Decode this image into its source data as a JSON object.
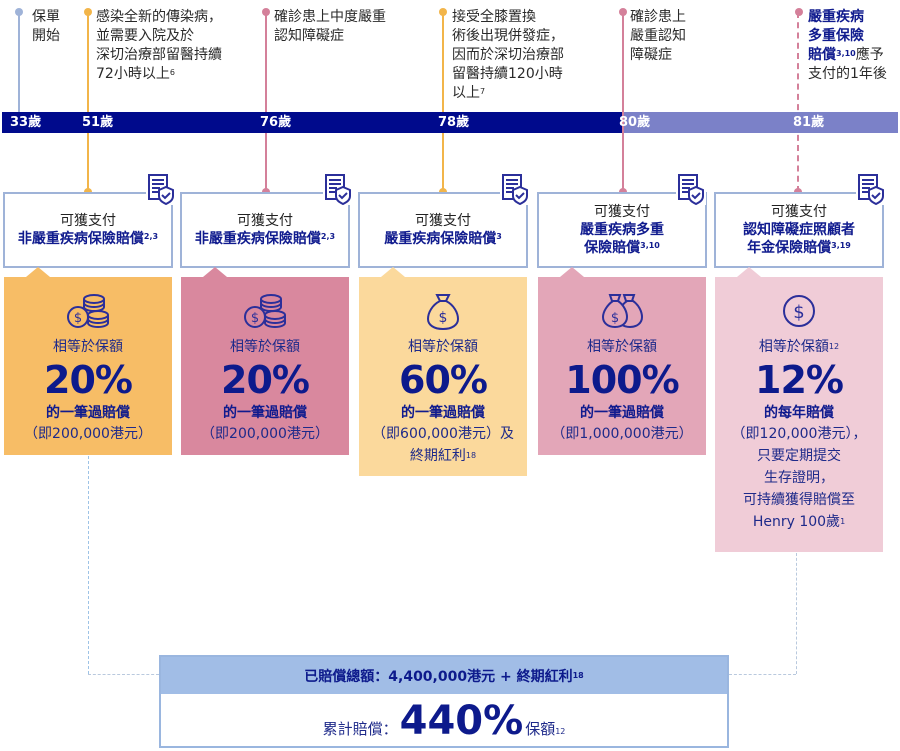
{
  "colors": {
    "timeline_dark": "#000a8c",
    "timeline_light": "#7b81c8",
    "navy_text": "#101b8e",
    "orange_card": "#f7bd66",
    "rose_card": "#d9889e",
    "light_orange_card": "#fbd99c",
    "light_rose_card": "#e3a6b8",
    "pale_pink_card": "#f0ccd7",
    "header_border": "#9fb3d8",
    "summary_header_bg": "#a1bde6"
  },
  "events": [
    {
      "age": "33歲",
      "lines": [
        "保單",
        "開始"
      ],
      "sup": "",
      "color": "#9fb3d8"
    },
    {
      "age": "51歲",
      "lines": [
        "感染全新的傳染病，",
        "並需要入院及於",
        "深切治療部留醫持續",
        "72小時以上"
      ],
      "sup": "6",
      "color": "#f2b54a"
    },
    {
      "age": "76歲",
      "lines": [
        "確診患上中度嚴重",
        "認知障礙症"
      ],
      "sup": "",
      "color": "#d4809a"
    },
    {
      "age": "78歲",
      "lines": [
        "接受全膝置換",
        "術後出現併發症，",
        "因而於深切治療部",
        "留醫持續120小時",
        "以上"
      ],
      "sup": "7",
      "color": "#f2b54a"
    },
    {
      "age": "80歲",
      "lines": [
        "確診患上",
        "嚴重認知",
        "障礙症"
      ],
      "sup": "",
      "color": "#d4809a"
    },
    {
      "age": "81歲",
      "lines_bold": [
        "嚴重疾病",
        "多重保險",
        "賠償"
      ],
      "sup": "3,10",
      "tail": "應予",
      "last": "支付的1年後",
      "color": "#d4809a"
    }
  ],
  "payouts": [
    {
      "header_l1": "可獲支付",
      "header_l2": "非嚴重疾病保險賠償",
      "header_sup": "2,3",
      "icon": "coins-icon",
      "eq": "相等於保額",
      "eq_sup": "",
      "pct": "20%",
      "desc": "的一筆過賠償",
      "amount": [
        "（即200,000港元）"
      ],
      "amount_sup": ""
    },
    {
      "header_l1": "可獲支付",
      "header_l2": "非嚴重疾病保險賠償",
      "header_sup": "2,3",
      "icon": "coins-icon",
      "eq": "相等於保額",
      "eq_sup": "",
      "pct": "20%",
      "desc": "的一筆過賠償",
      "amount": [
        "（即200,000港元）"
      ],
      "amount_sup": ""
    },
    {
      "header_l1": "可獲支付",
      "header_l2": "嚴重疾病保險賠償",
      "header_sup": "3",
      "icon": "money-bag-icon",
      "eq": "相等於保額",
      "eq_sup": "",
      "pct": "60%",
      "desc": "的一筆過賠償",
      "amount": [
        "（即600,000港元）及",
        "終期紅利"
      ],
      "amount_sup": "18"
    },
    {
      "header_l1": "可獲支付",
      "header_l2": "嚴重疾病多重",
      "header_l3": "保險賠償",
      "header_sup": "3,10",
      "icon": "money-bags-icon",
      "eq": "相等於保額",
      "eq_sup": "",
      "pct": "100%",
      "desc": "的一筆過賠償",
      "amount": [
        "（即1,000,000港元）"
      ],
      "amount_sup": ""
    },
    {
      "header_l1": "可獲支付",
      "header_l2": "認知障礙症照顧者",
      "header_l3": "年金保險賠償",
      "header_sup": "3,19",
      "icon": "dollar-coin-icon",
      "eq": "相等於保額",
      "eq_sup": "12",
      "pct": "12%",
      "desc": "的每年賠償",
      "amount": [
        "（即120,000港元），",
        "只要定期提交",
        "生存證明，",
        "可持續獲得賠償至",
        "Henry 100歲"
      ],
      "amount_sup": "1"
    }
  ],
  "summary": {
    "total_label": "已賠償總額：4,400,000港元 + 終期紅利",
    "total_sup": "18",
    "cumulative_label": "累計賠償：",
    "cumulative_pct": "440%",
    "cumulative_suffix": "保額",
    "cumulative_sup": "12"
  }
}
